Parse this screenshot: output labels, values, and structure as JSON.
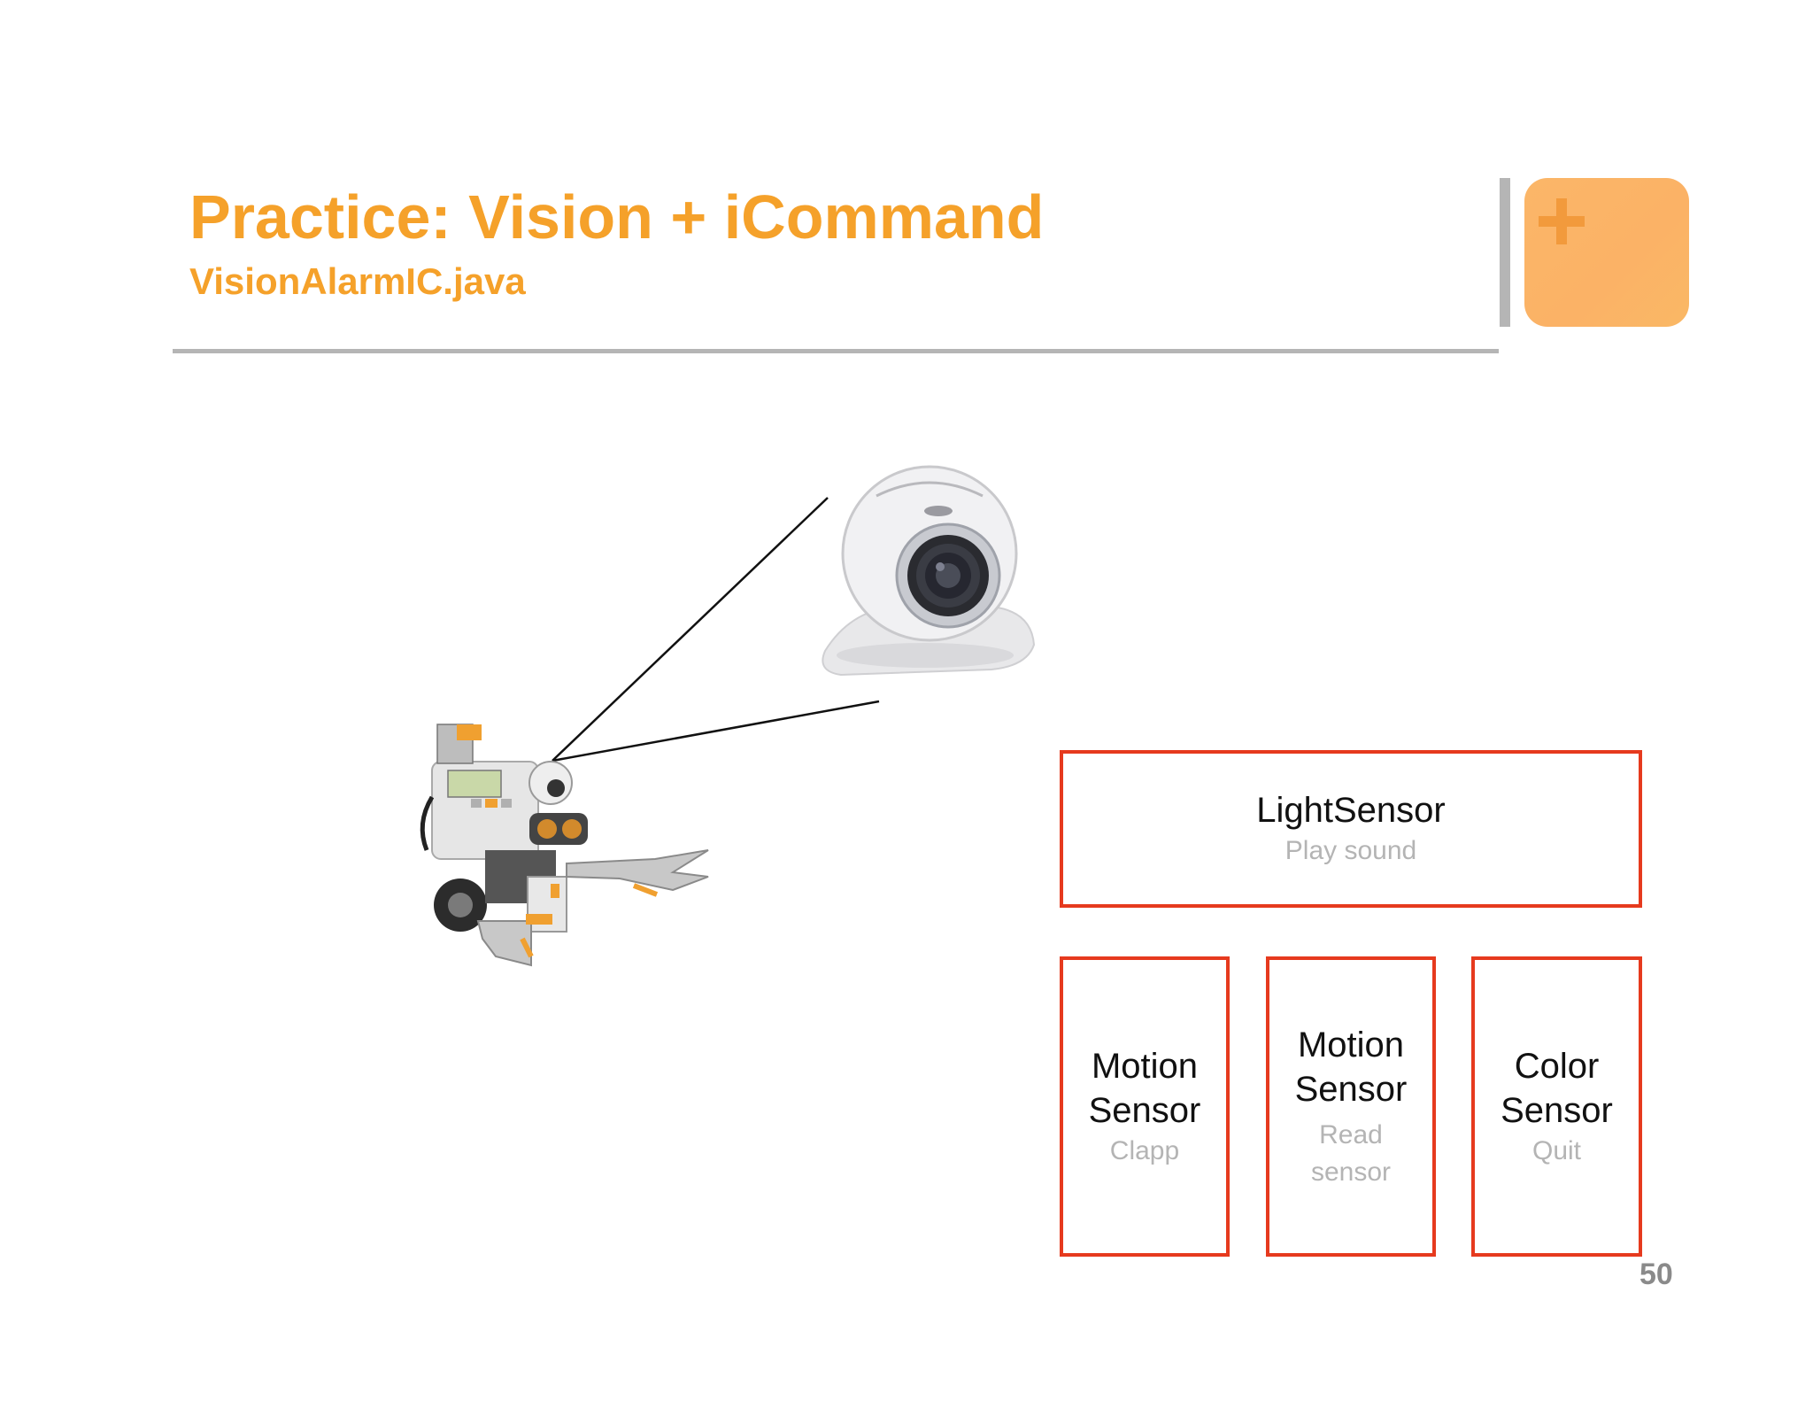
{
  "header": {
    "title": "Practice: Vision + iCommand",
    "subtitle": "VisionAlarmIC.java"
  },
  "boxes": {
    "light": {
      "main": "LightSensor",
      "sub": "Play sound"
    },
    "motion1": {
      "main_line1": "Motion",
      "main_line2": "Sensor",
      "sub": "Clapp"
    },
    "motion2": {
      "main_line1": "Motion",
      "main_line2": "Sensor",
      "sub_line1": "Read",
      "sub_line2": "sensor"
    },
    "color": {
      "main_line1": "Color",
      "main_line2": "Sensor",
      "sub": "Quit"
    }
  },
  "footer": {
    "page_number": "50"
  },
  "colors": {
    "accent_orange": "#f5a12a",
    "plus_box": "#fbb668",
    "box_border": "#e63a1e",
    "rule_gray": "#b5b5b5"
  },
  "images": {
    "webcam": "webcam-image",
    "robot": "lego-robot-image"
  }
}
